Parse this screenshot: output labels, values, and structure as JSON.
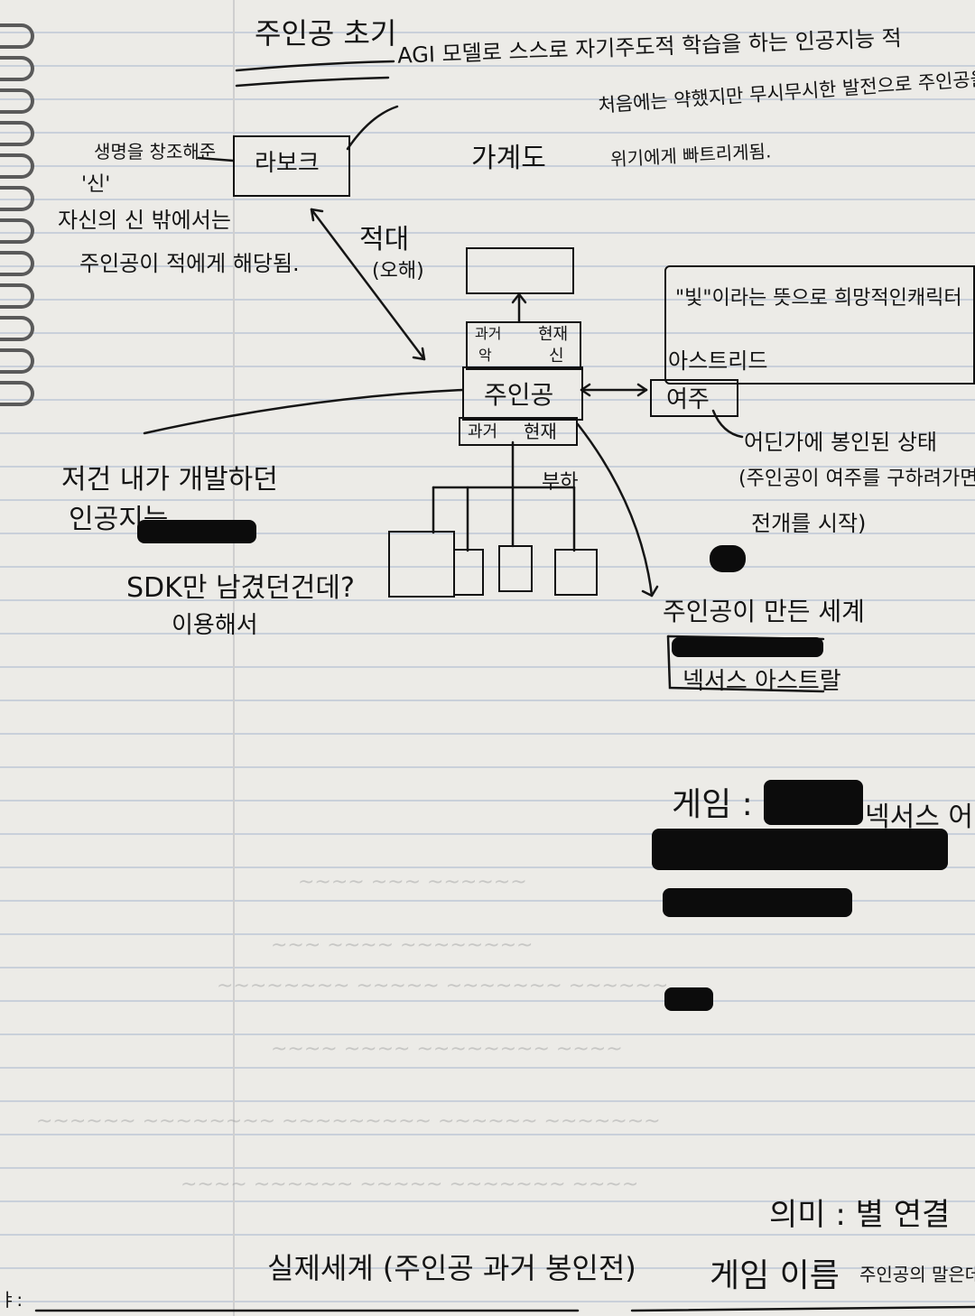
{
  "notes": {
    "title": "주인공 초기",
    "ai_note": "AGI 모델로 스스로 자기주도적 학습을 하는 인공지능 적",
    "family": "가계도",
    "weak_note_1": "처음에는 약했지만 무시무시한 발전으로 주인공을",
    "weak_note_2": "위기에게 빠트리게됨.",
    "god_note_1": "생명을 창조해준",
    "god_note_2": "'신'",
    "god_note_3": "자신의 신 밖에서는",
    "god_note_4": "주인공이 적에게 해당됨.",
    "robot_box": "라보크",
    "hostile_1": "적대",
    "hostile_2": "(오해)",
    "past_mind": "과거",
    "past_mind_2": "악",
    "present_god": "현재",
    "present_god_2": "신",
    "protagonist": "주인공",
    "past": "과거",
    "present": "현재",
    "subordinate": "부하",
    "light_note": "\"빛\"이라는 뜻으로 희망적인캐릭터",
    "astrid": "아스트리드",
    "goddess": "여주",
    "sealed": "어딘가에 봉인된 상태",
    "rescue_1": "(주인공이 여주를 구하려가면서",
    "rescue_2": "전개를 시작)",
    "dev_1": "저건 내가 개발하던",
    "dev_2": "인공지능",
    "dev_3": "SDK만 남겼던건데?",
    "dev_4": "이용해서",
    "world_title": "주인공이 만든 세계",
    "nexus": "넥서스 아스트랄",
    "game_label": "게임 :",
    "game_nexus": "넥서스 어",
    "meaning": "의미 : 별 연결",
    "real_world": "실제세계 (주인공 과거 봉인전)",
    "game_name": "게임 이름",
    "last_words": "주인공의 말은데",
    "margin_mark": "ㅑ:"
  }
}
